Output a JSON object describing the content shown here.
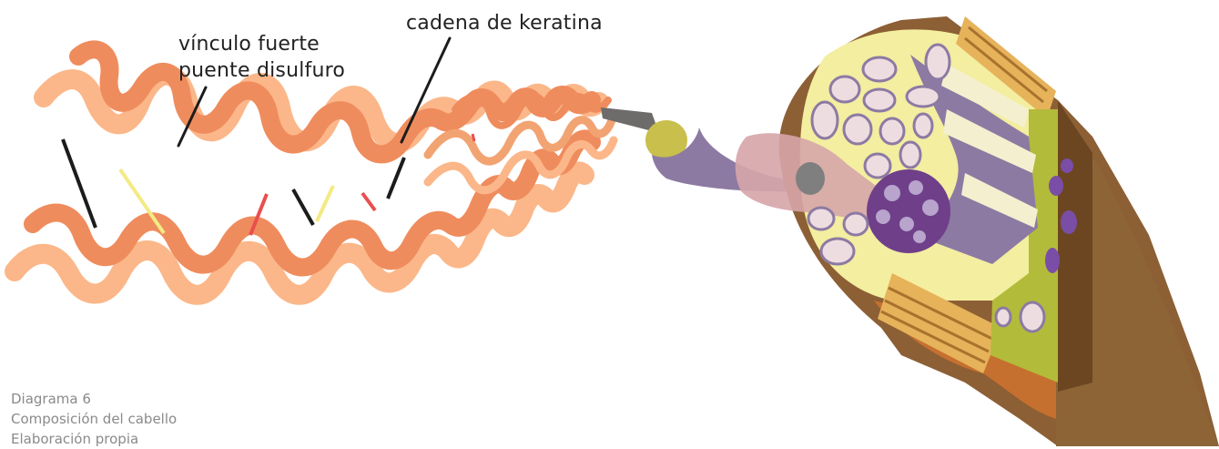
{
  "labels": {
    "bond_line1": "vínculo fuerte",
    "bond_line2": "puente disulfuro",
    "keratin": "cadena de keratina"
  },
  "caption": {
    "line1": "Diagrama 6",
    "line2": "Composición del cabello",
    "line3": "Elaboración propia"
  },
  "colors": {
    "strand_dark": "#ef8c5d",
    "strand_light": "#fbb789",
    "bond_black": "#1c1c1c",
    "bond_yellow": "#f3ea84",
    "bond_red": "#ea4f4f",
    "hair_shaft": "#6d6c6b",
    "follicle_purple": "#8d7aa3",
    "skin_brown": "#8c5f35",
    "cell_yellow": "#f3eea0"
  }
}
